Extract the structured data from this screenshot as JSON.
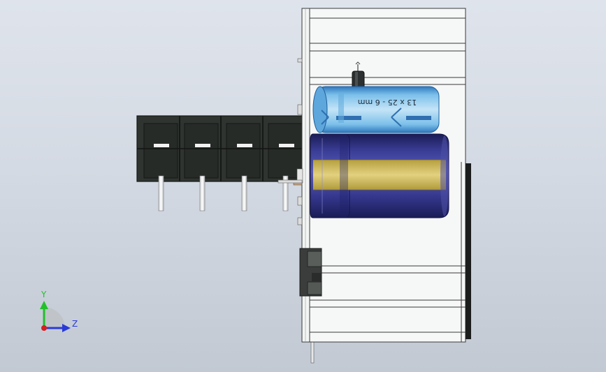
{
  "capacitor_label": "13 x 25 - 6 mm",
  "triad": {
    "y_label": "Y",
    "z_label": "Z",
    "y_color": "#22c02a",
    "z_color": "#2a3ad8",
    "x_color": "#d42020"
  },
  "colors": {
    "terminal_block": "#2f3430",
    "terminal_dark": "#1e221f",
    "board_face": "#f6f7f7",
    "cap_blue_light": "#a8d6f2",
    "cap_blue_dark": "#3f88c9",
    "cap_navy": "#2c2e7a",
    "cap_gold": "#cdb757"
  }
}
